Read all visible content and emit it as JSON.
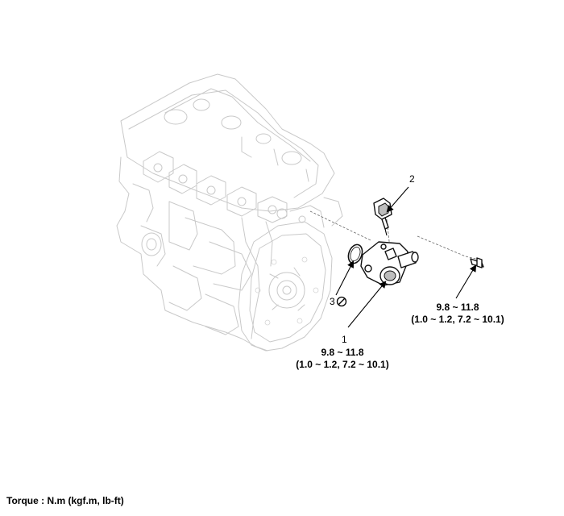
{
  "callouts": {
    "item1": {
      "number": "1",
      "torque_nm": "9.8 ~ 11.8",
      "torque_alt": "(1.0 ~ 1.2, 7.2 ~ 10.1)"
    },
    "item2": {
      "number": "2"
    },
    "item3": {
      "number": "3"
    },
    "bolt": {
      "torque_nm": "9.8 ~ 11.8",
      "torque_alt": "(1.0 ~ 1.2, 7.2 ~ 10.1)"
    }
  },
  "footer": {
    "torque_units": "Torque : N.m (kgf.m, lb-ft)"
  },
  "icons": {
    "replace_part": "no-reuse-icon"
  }
}
